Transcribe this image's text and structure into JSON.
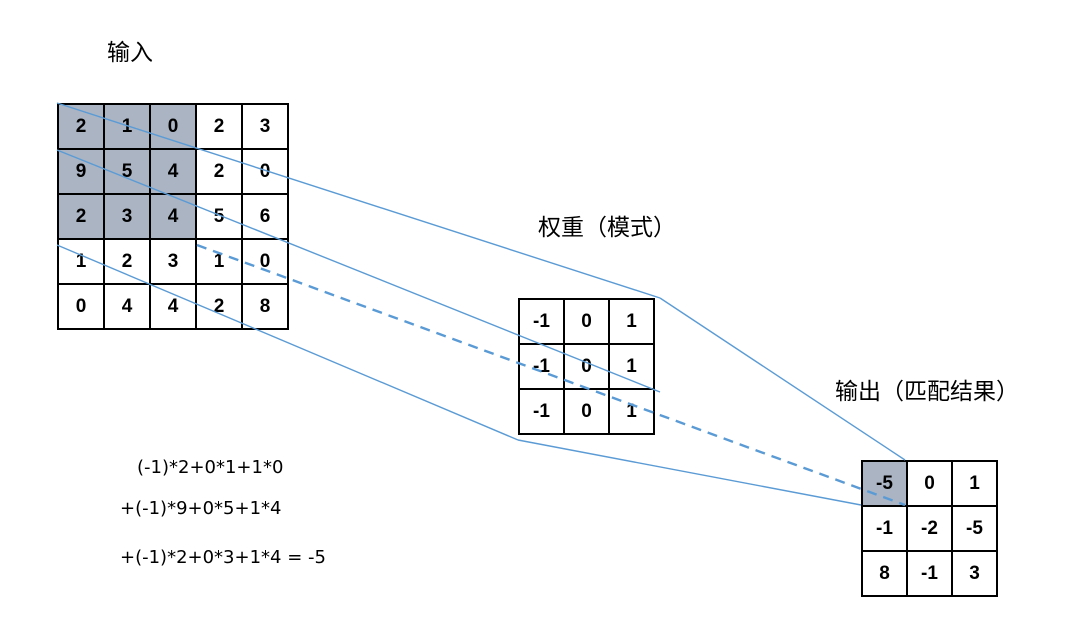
{
  "labels": {
    "input": "输入",
    "weights": "权重（模式）",
    "output": "输出（匹配结果）"
  },
  "input_matrix": [
    [
      "2",
      "1",
      "0",
      "2",
      "3"
    ],
    [
      "9",
      "5",
      "4",
      "2",
      "0"
    ],
    [
      "2",
      "3",
      "4",
      "5",
      "6"
    ],
    [
      "1",
      "2",
      "3",
      "1",
      "0"
    ],
    [
      "0",
      "4",
      "4",
      "2",
      "8"
    ]
  ],
  "input_highlight": {
    "rows": [
      0,
      1,
      2
    ],
    "cols": [
      0,
      1,
      2
    ]
  },
  "weight_matrix": [
    [
      "-1",
      "0",
      "1"
    ],
    [
      "-1",
      "0",
      "1"
    ],
    [
      "-1",
      "0",
      "1"
    ]
  ],
  "output_matrix": [
    [
      "-5",
      "0",
      "1"
    ],
    [
      "-1",
      "-2",
      "-5"
    ],
    [
      "8",
      "-1",
      "3"
    ]
  ],
  "output_highlight": {
    "row": 0,
    "col": 0
  },
  "formula": [
    "(-1)*2+0*1+1*0",
    "+(-1)*9+0*5+1*4",
    "+(-1)*2+0*3+1*4 = -5"
  ],
  "colors": {
    "highlight": "#aab4c3",
    "connector": "#5b9bd5",
    "border": "#000000"
  }
}
